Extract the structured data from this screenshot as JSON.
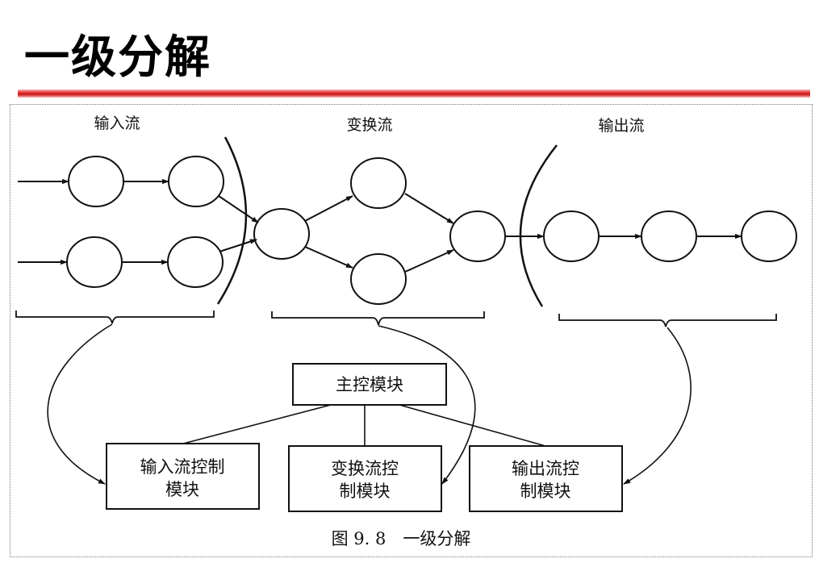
{
  "slide": {
    "title": "一级分解"
  },
  "diagram": {
    "flow_labels": {
      "input": "输入流",
      "transform": "变换流",
      "output": "输出流"
    },
    "main_module": "主控模块",
    "modules": {
      "input": [
        "输入流控制",
        "模块"
      ],
      "transform": [
        "变换流控",
        "制模块"
      ],
      "output": [
        "输出流控",
        "制模块"
      ]
    },
    "caption": "图 9. 8　一级分解"
  }
}
